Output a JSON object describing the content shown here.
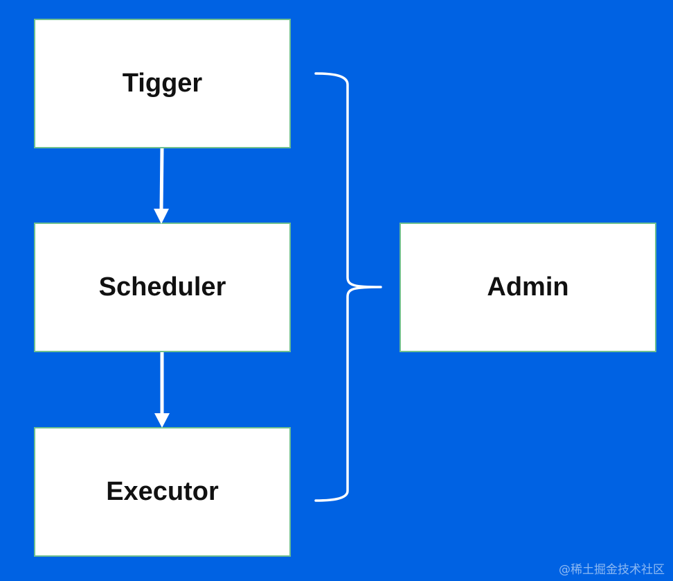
{
  "diagram": {
    "nodes": {
      "tigger": "Tigger",
      "scheduler": "Scheduler",
      "executor": "Executor",
      "admin": "Admin"
    },
    "edges": [
      {
        "from": "Tigger",
        "to": "Scheduler"
      },
      {
        "from": "Scheduler",
        "to": "Executor"
      }
    ],
    "grouping": {
      "members": [
        "Tigger",
        "Scheduler",
        "Executor"
      ],
      "target": "Admin"
    }
  },
  "watermark": "@稀土掘金技术社区",
  "colors": {
    "background": "#0062e3",
    "box_fill": "#ffffff",
    "box_border": "#6fbf8f",
    "connector": "#ffffff"
  }
}
